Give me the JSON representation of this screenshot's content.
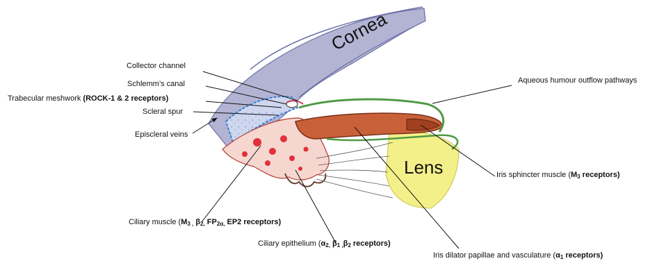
{
  "labels": {
    "cornea": "Cornea",
    "lens": "Lens",
    "collector_channel": "Collector channel",
    "schlemms_canal": "Schlemm’s canal",
    "trabecular_meshwork": "Trabecular meshwork",
    "trabecular_receptors": "(ROCK-1 & 2 receptors)",
    "scleral_spur": "Scleral spur",
    "episcleral_veins": "Episcleral veins",
    "aqueous_outflow": "Aqueous humour outflow pathways",
    "iris_sphincter": "Iris sphincter muscle",
    "iris_sphincter_receptors_open": "(",
    "iris_sphincter_receptor_m": "M",
    "iris_sphincter_receptor_sub": "3",
    "iris_sphincter_receptors_close": " receptors)",
    "ciliary_muscle": "Ciliary muscle (",
    "ciliary_muscle_m": "M",
    "ciliary_muscle_m_sub": "3 ,",
    "ciliary_muscle_beta": " β",
    "ciliary_muscle_beta_sub": "2,",
    "ciliary_muscle_fp": " FP",
    "ciliary_muscle_fp_sub": "2α,",
    "ciliary_muscle_tail": " EP2 receptors)",
    "ciliary_epithelium": "Ciliary epithelium  (",
    "ciliary_epithelium_a": "α",
    "ciliary_epithelium_a_sub": "2,",
    "ciliary_epithelium_b1": " β",
    "ciliary_epithelium_b1_sub": "1 ,",
    "ciliary_epithelium_b2": "β",
    "ciliary_epithelium_b2_sub": "2",
    "ciliary_epithelium_tail": " receptors)",
    "iris_dilator": "Iris dilator papillae and vasculature  (",
    "iris_dilator_a": "α",
    "iris_dilator_a_sub": "1",
    "iris_dilator_tail": " receptors)"
  },
  "colors": {
    "cornea_outline": "#6b6fa8",
    "sclera_fill": "#a9aacb",
    "trabecular_blue": "#3a7fd0",
    "ciliary_red": "#e0303a",
    "iris_brown": "#b5512e",
    "lens_yellow": "#f3f08a",
    "zonule_green": "#4f9a45",
    "pointer_line": "#111111"
  }
}
